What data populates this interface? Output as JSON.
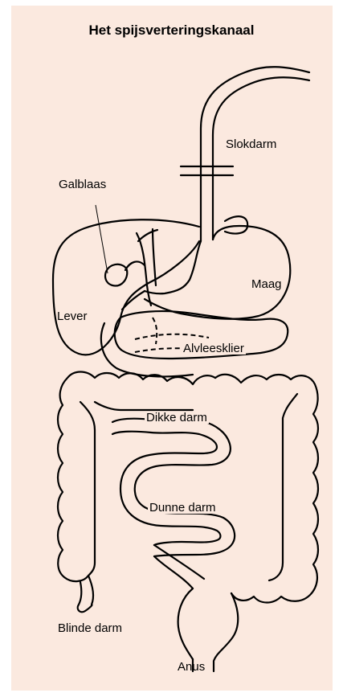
{
  "title": "Het spijsverteringskanaal",
  "labels": {
    "slokdarm": "Slokdarm",
    "galblaas": "Galblaas",
    "maag": "Maag",
    "lever": "Lever",
    "alvleesklier": "Alvleesklier",
    "dikke_darm": "Dikke darm",
    "dunne_darm": "Dunne darm",
    "blinde_darm": "Blinde darm",
    "anus": "Anus"
  },
  "colors": {
    "background": "#fbe9df",
    "outline": "#000000"
  }
}
